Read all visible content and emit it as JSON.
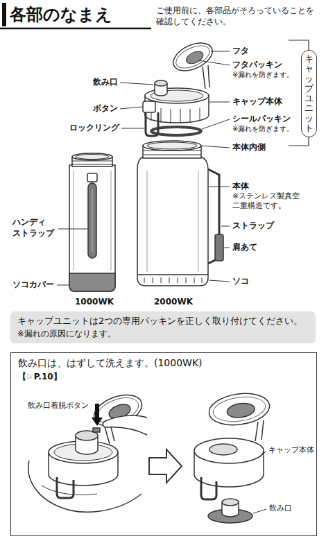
{
  "diagram": {
    "title": "各部のなまえ",
    "nodes": [
      {
        "text": [
          "キャップユニット"
        ]
      },
      {
        "text": [
          "キャップユニットは2つの専用パッキンを正しく取り付けてください。",
          "※漏れの原因になります。"
        ]
      },
      {
        "text": [
          "飲み口は、はずして洗えます。(1000WK)",
          "【☞P.10】"
        ]
      }
    ],
    "edges": [],
    "labels": [
      "ご使用前に、各部品がそろっていることを 確認してください。",
      "フタ",
      "フタパッキン",
      "※漏れを防ぎます。",
      "飲み口",
      "ボタン",
      "キャップ本体",
      "ロックリング",
      "シールパッキン",
      "※漏れを防ぎます。",
      "本体内側",
      "本体",
      "※ステンレス製真空 二重構造です。",
      "ハンディ ストラップ",
      "ストラップ",
      "肩あて",
      "ソコカバー",
      "ソコ",
      "1000WK",
      "2000WK",
      "飲み口着脱ボタン",
      "キャップ本体",
      "飲み口"
    ]
  }
}
